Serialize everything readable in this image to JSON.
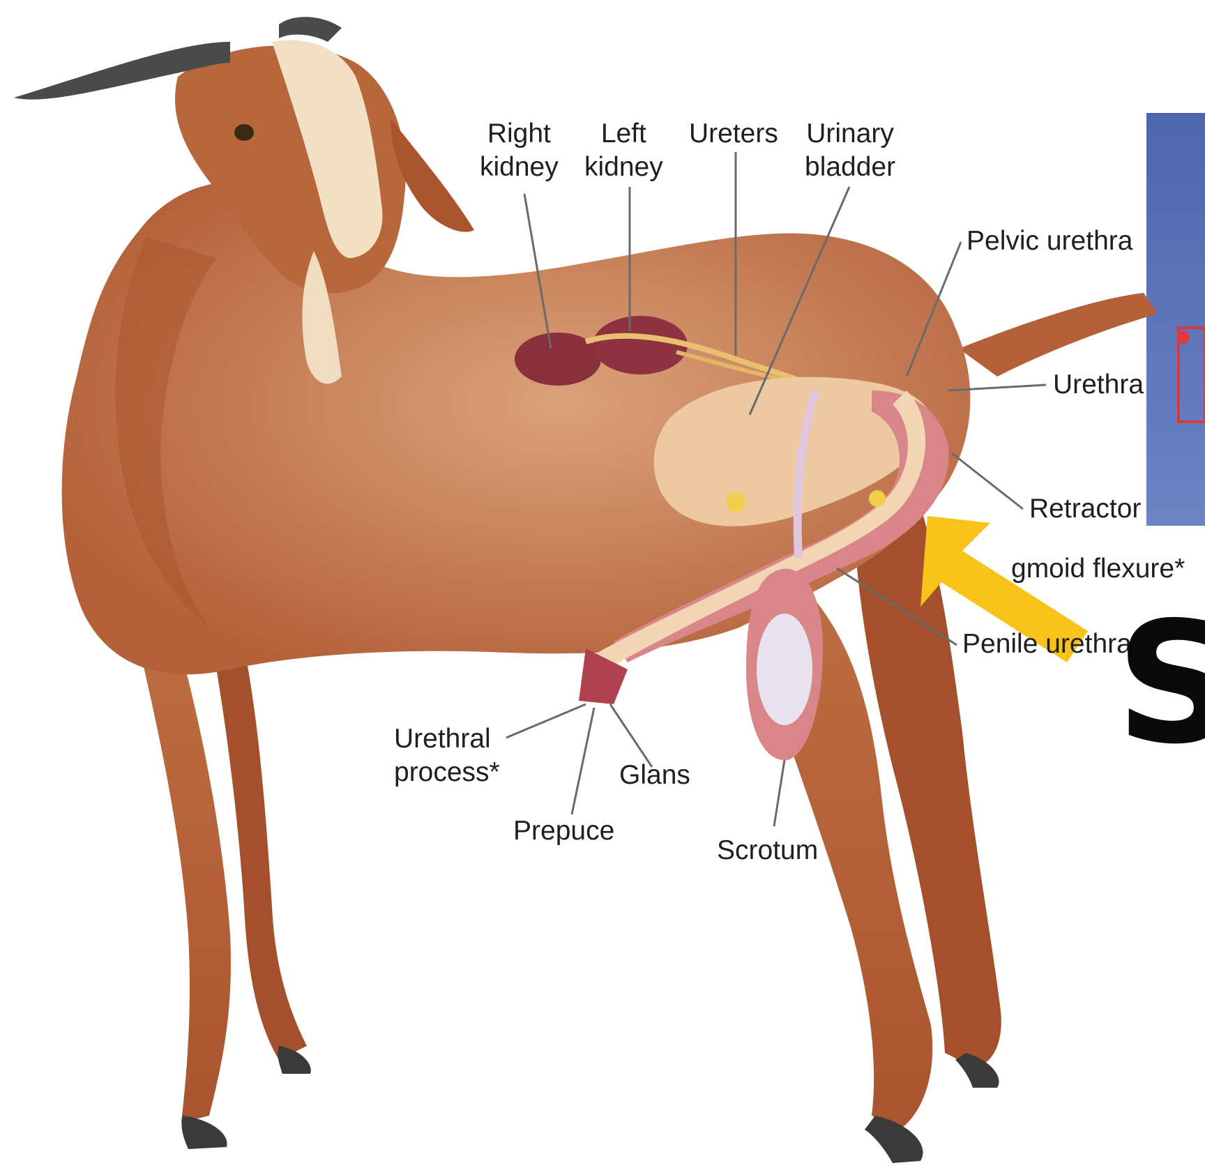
{
  "labels": {
    "right_kidney": "Right\nkidney",
    "left_kidney": "Left\nkidney",
    "ureters": "Ureters",
    "urinary_bladder": "Urinary\nbladder",
    "pelvic_urethra": "Pelvic urethra",
    "urethra": "Urethra",
    "retractor": "Retractor",
    "sigmoid_flexure": "gmoid flexure*",
    "penile_urethra": "Penile urethra",
    "urethral_process": "Urethral\nprocess*",
    "glans": "Glans",
    "prepuce": "Prepuce",
    "scrotum": "Scrotum"
  },
  "overlay_letter": "S",
  "colors": {
    "goat_body": "#b8663c",
    "goat_highlight": "#d99a6e",
    "head_blaze": "#f3e0c4",
    "kidney": "#8a2f3c",
    "bladder": "#edc9a2",
    "muscle": "#d9868a",
    "ureter": "#e9c070",
    "arrow": "#f7c21a",
    "photo_blue": "#5671b8"
  },
  "icons": [
    "goat-illustration",
    "yellow-arrow-icon"
  ]
}
